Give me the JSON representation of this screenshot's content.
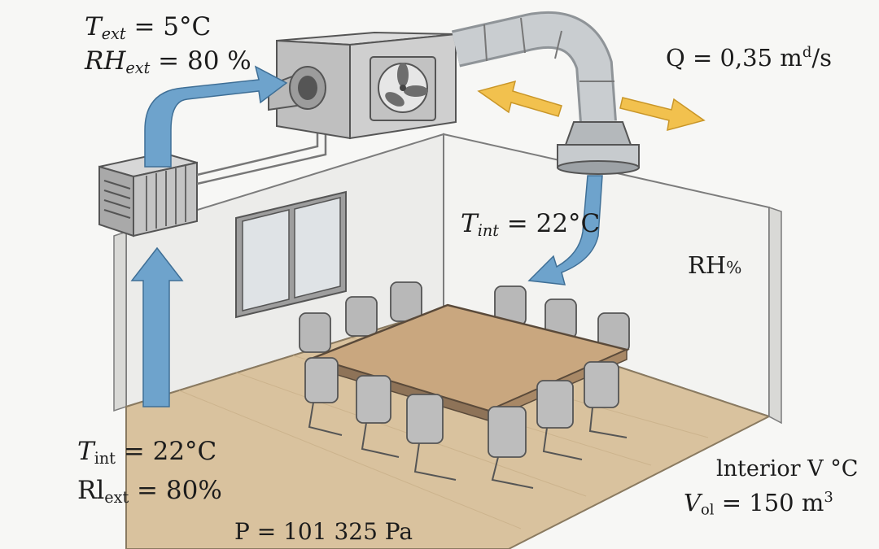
{
  "labels": {
    "t_ext": {
      "symbol": "T",
      "sub": "ext",
      "value": " = 5°C"
    },
    "rh_ext": {
      "symbol": "RH",
      "sub": "ext",
      "value": " = 80 %"
    },
    "flow": {
      "text": "Q = 0,35 m",
      "sup": "d",
      "unit_tail": "/s"
    },
    "t_int_room": {
      "symbol": "T",
      "sub": "int",
      "value": " = 22°C"
    },
    "rh_room": {
      "symbol": "RH",
      "unit": "%"
    },
    "t_int_left": {
      "symbol": "T",
      "sub": "int",
      "value": " = 22°C"
    },
    "rl_ext": {
      "symbol": "Rl",
      "sub": "ext",
      "value": " = 80%"
    },
    "pressure": {
      "text": "P = 101 325 Pa"
    },
    "interior": {
      "text": "lnterior V °C"
    },
    "volume": {
      "symbol": "V",
      "sub": "ol",
      "value": " = 150 m",
      "sup": "3"
    }
  },
  "colors": {
    "airflow": "#6ea3cc",
    "exhaust": "#f2c14e",
    "wood_floor": "#d9c29e",
    "table_top": "#c9a77f",
    "wall": "#efefec",
    "metal": "#b9bec2"
  }
}
